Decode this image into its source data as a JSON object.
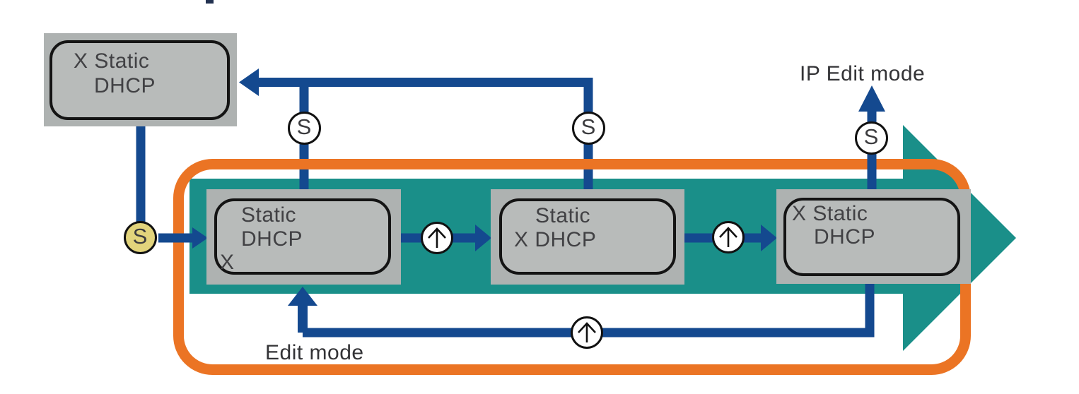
{
  "title_note": "IP address setup state diagram",
  "colors": {
    "blue": "#14498F",
    "teal": "#1A8F89",
    "orange": "#EB7424",
    "grayOuter": "#AEB2B1",
    "grayInner": "#B8BBBA",
    "khaki": "#E2D47C",
    "boxText": "#414144",
    "labelText": "#333336"
  },
  "labels": {
    "ip_edit_mode": "IP Edit mode",
    "edit_mode": "Edit mode"
  },
  "markers": {
    "s_label": "S",
    "s_icon_meaning": "set-button",
    "up_icon_meaning": "up-arrow-button"
  },
  "boxes": {
    "previous": {
      "line1": "X Static",
      "line2": "DHCP"
    },
    "state1": {
      "line1": "Static",
      "line2": "DHCP",
      "line3": "X"
    },
    "state2": {
      "line1": "Static",
      "line2": "X DHCP"
    },
    "state3": {
      "line1": "X Static",
      "line2": "DHCP"
    }
  }
}
